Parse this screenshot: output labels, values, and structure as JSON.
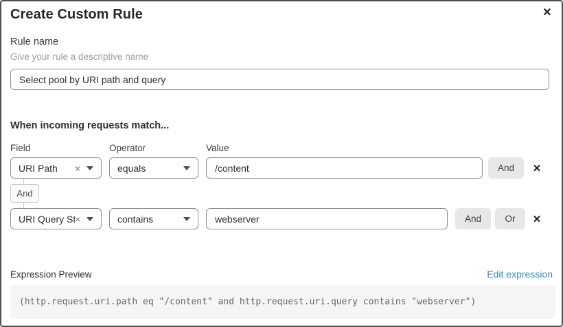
{
  "dialog": {
    "title": "Create Custom Rule"
  },
  "icons": {
    "close": "✕",
    "remove": "×",
    "delete": "✕"
  },
  "rule_name": {
    "label": "Rule name",
    "helper": "Give your rule a descriptive name",
    "value": "Select pool by URI path and query"
  },
  "matcher": {
    "heading": "When incoming requests match...",
    "columns": {
      "field": "Field",
      "operator": "Operator",
      "value": "Value"
    },
    "connector_label": "And",
    "rows": [
      {
        "field": "URI Path",
        "operator": "equals",
        "value": "/content",
        "buttons": [
          "And"
        ]
      },
      {
        "field": "URI Query St...",
        "operator": "contains",
        "value": "webserver",
        "buttons": [
          "And",
          "Or"
        ]
      }
    ]
  },
  "expression": {
    "label": "Expression Preview",
    "edit_link": "Edit expression",
    "code": "(http.request.uri.path eq \"/content\" and http.request.uri.query contains \"webserver\")"
  },
  "colors": {
    "link": "#3b8ac4",
    "button_bg": "#e7e7e7",
    "code_bg": "#f5f5f5",
    "border": "#8f8f8f"
  }
}
